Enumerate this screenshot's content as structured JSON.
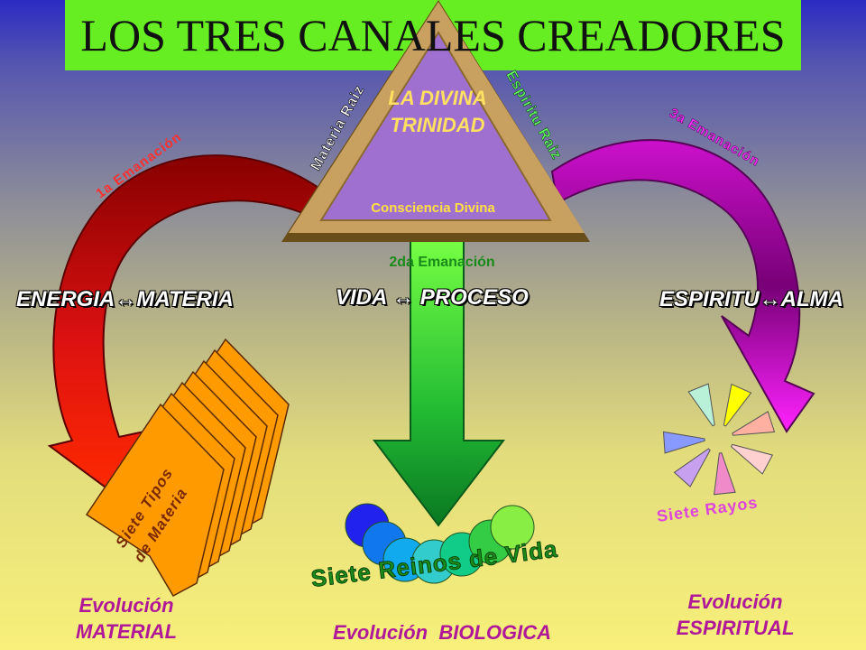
{
  "title": "LOS TRES CANALES CREADORES",
  "triangle": {
    "center_title": [
      "LA DIVINA",
      "TRINIDAD"
    ],
    "left_side": "Materia Raiz",
    "right_side": "Espiritu Raiz",
    "base": "Consciencia Divina"
  },
  "emanations": {
    "first": "1a Emanación",
    "second": "2da Emanación",
    "third": "3a Emanación"
  },
  "channels": {
    "left": "ENERGIA↔MATERIA",
    "center": "VIDA ↔ PROCESO",
    "right": "ESPIRITU↔ALMA"
  },
  "items": {
    "matter_types": [
      "Siete Tipos",
      "de Materia"
    ],
    "kingdoms": "Siete Reinos de Vida",
    "rays": "Siete Rayos"
  },
  "evolutions": {
    "material": [
      "Evolución",
      "MATERIAL"
    ],
    "biological": "Evolución  BIOLOGICA",
    "spiritual": [
      "Evolución",
      "ESPIRITUAL"
    ]
  },
  "colors": {
    "title_bar": "#66ee22",
    "red_arrow": "#dd1010",
    "magenta_arrow": "#dd11dd",
    "green_arrow": "#22aa22",
    "triangle": "#c8a060",
    "evolution_text": "#b0189a"
  }
}
